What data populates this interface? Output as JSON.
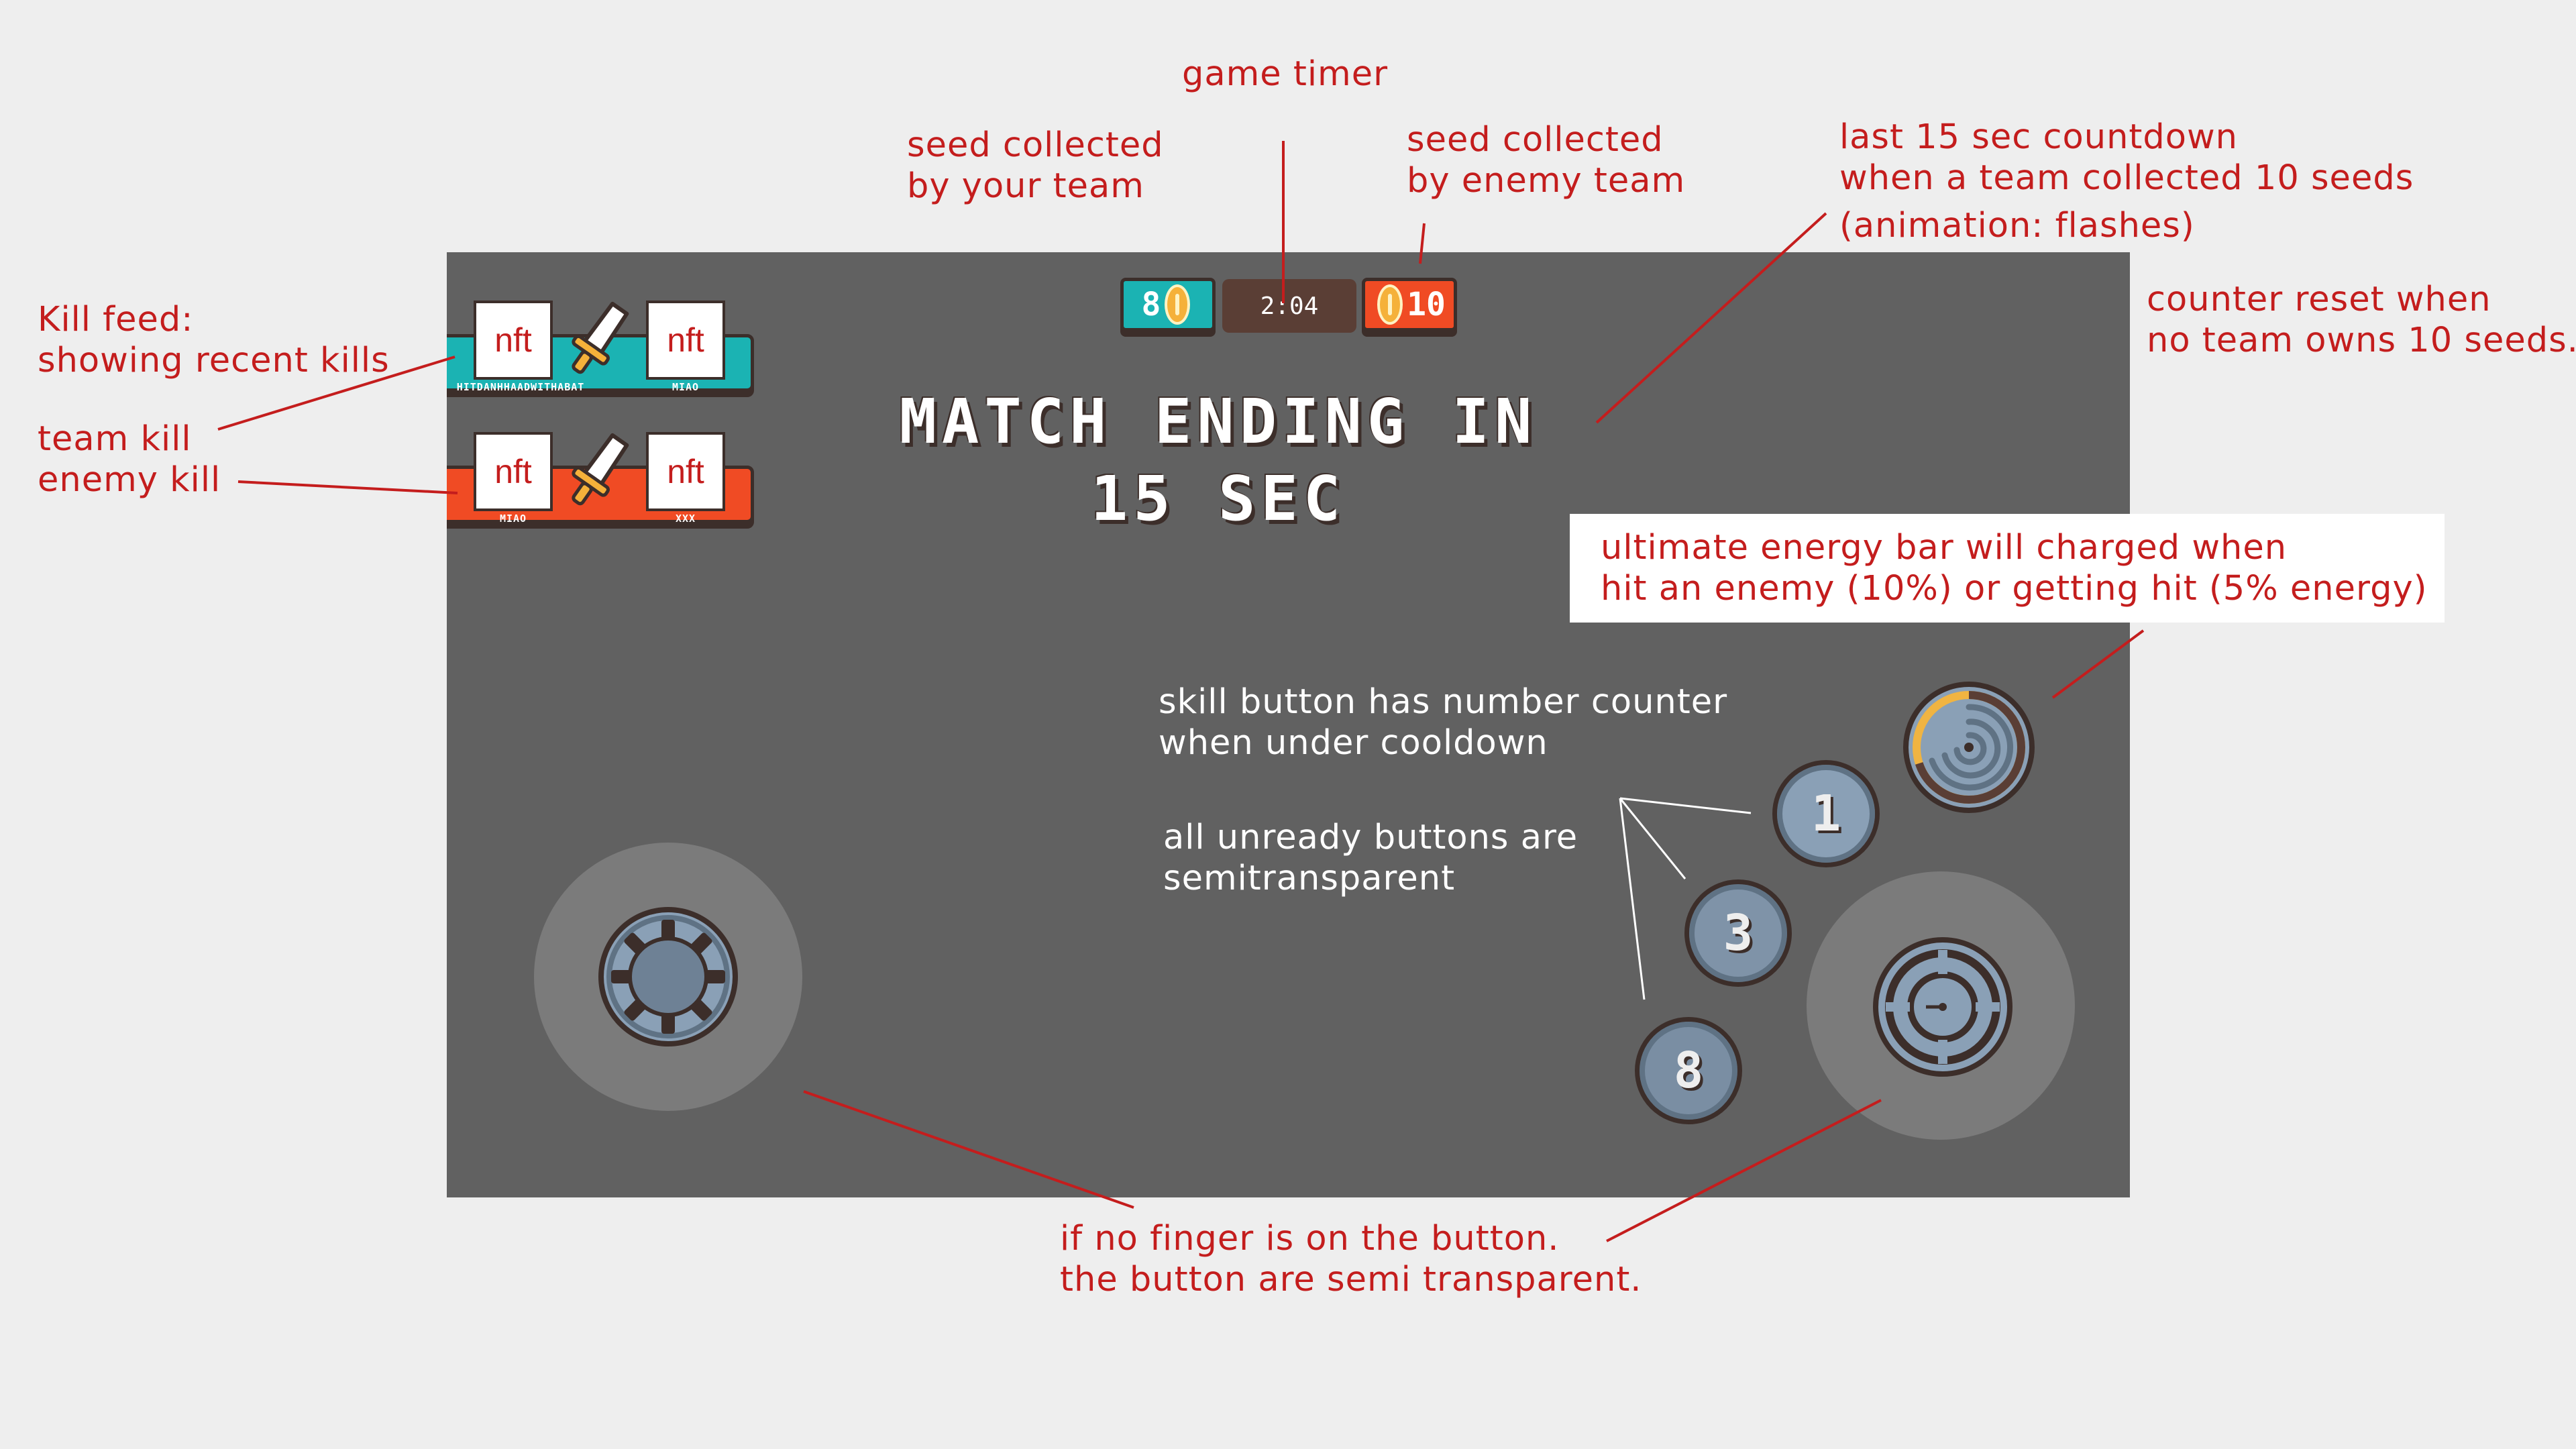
{
  "annotations": {
    "game_timer": "game timer",
    "seed_yours_1": "seed collected",
    "seed_yours_2": "by your team",
    "seed_enemy_1": "seed collected",
    "seed_enemy_2": "by enemy team",
    "countdown_1": "last 15 sec countdown",
    "countdown_2": "when a team collected 10 seeds",
    "countdown_3": "(animation: flashes)",
    "reset_1": "counter reset when",
    "reset_2": "no team owns 10 seeds.",
    "killfeed_1": "Kill feed:",
    "killfeed_2": "showing recent kills",
    "teamkill_1": "team kill",
    "teamkill_2": "enemy kill",
    "ultimate_1": "ultimate energy bar will charged when",
    "ultimate_2": "hit an enemy (10%) or getting hit (5% energy)",
    "cooldown_1": "skill button has number counter",
    "cooldown_2": "when under cooldown",
    "unready_1": "all unready buttons are",
    "unready_2": "semitransparent",
    "finger_1": "if no finger is on the button.",
    "finger_2": "the button are semi transparent."
  },
  "hud": {
    "team_seeds": "8",
    "timer": "2:04",
    "enemy_seeds": "10",
    "match_line1": "MATCH ENDING IN",
    "match_line2": "15 SEC"
  },
  "kill_feed": [
    {
      "type": "team",
      "killer_avatar": "nft",
      "killer_name": "HITDANHHAADWITHABAT",
      "victim_avatar": "nft",
      "victim_name": "MIAO"
    },
    {
      "type": "enemy",
      "killer_avatar": "nft",
      "killer_name": "MIAO",
      "victim_avatar": "nft",
      "victim_name": "XXX"
    }
  ],
  "skills": {
    "skill_1": "1",
    "skill_2": "3",
    "skill_3": "8",
    "ultimate_charge": 0.3
  },
  "colors": {
    "annotation": "#c41d1d",
    "team": "#1bb3b3",
    "enemy": "#f04b24",
    "screen": "#616161"
  }
}
